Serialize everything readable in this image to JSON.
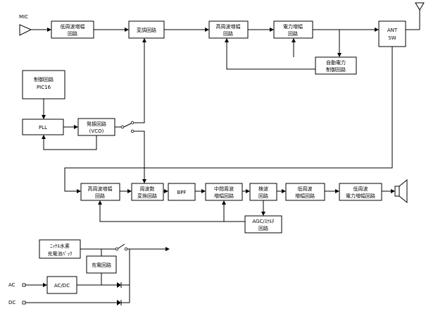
{
  "blocks": {
    "mic_label": "MIC",
    "tx_lowamp": [
      "低周波増幅",
      "回路"
    ],
    "modulator": [
      "変調回路"
    ],
    "tx_hfamp": [
      "高周波増幅",
      "回路"
    ],
    "power_amp": [
      "電力増幅",
      "回路"
    ],
    "auto_power": [
      "自動電力",
      "制御回路"
    ],
    "ant_sw": [
      "ANT",
      "SW"
    ],
    "controller": [
      "制御回路",
      "PIC16"
    ],
    "pll": [
      "PLL"
    ],
    "vco": [
      "発振回路",
      "(VCO)"
    ],
    "rx_hfamp": [
      "高周波増幅",
      "回路"
    ],
    "mixer": [
      "周波数",
      "変換回路"
    ],
    "bpf": [
      "BPF"
    ],
    "if_amp": [
      "中間周波",
      "増幅回路"
    ],
    "detector": [
      "検波",
      "回路"
    ],
    "rx_lowamp": [
      "低周波",
      "増幅回路"
    ],
    "rx_poweramp": [
      "低周波",
      "電力増幅回路"
    ],
    "agc": [
      "AGC/ｽｹﾙﾁ",
      "回路"
    ],
    "battery": [
      "ﾆｯｹﾙ水素",
      "充電池ﾊﾟｯｸ"
    ],
    "charger": [
      "充電回路"
    ],
    "acdc": [
      "AC/DC"
    ],
    "ac_label": "AC",
    "dc_label": "DC"
  },
  "colors": {
    "line": "#000000",
    "background": "#ffffff"
  }
}
